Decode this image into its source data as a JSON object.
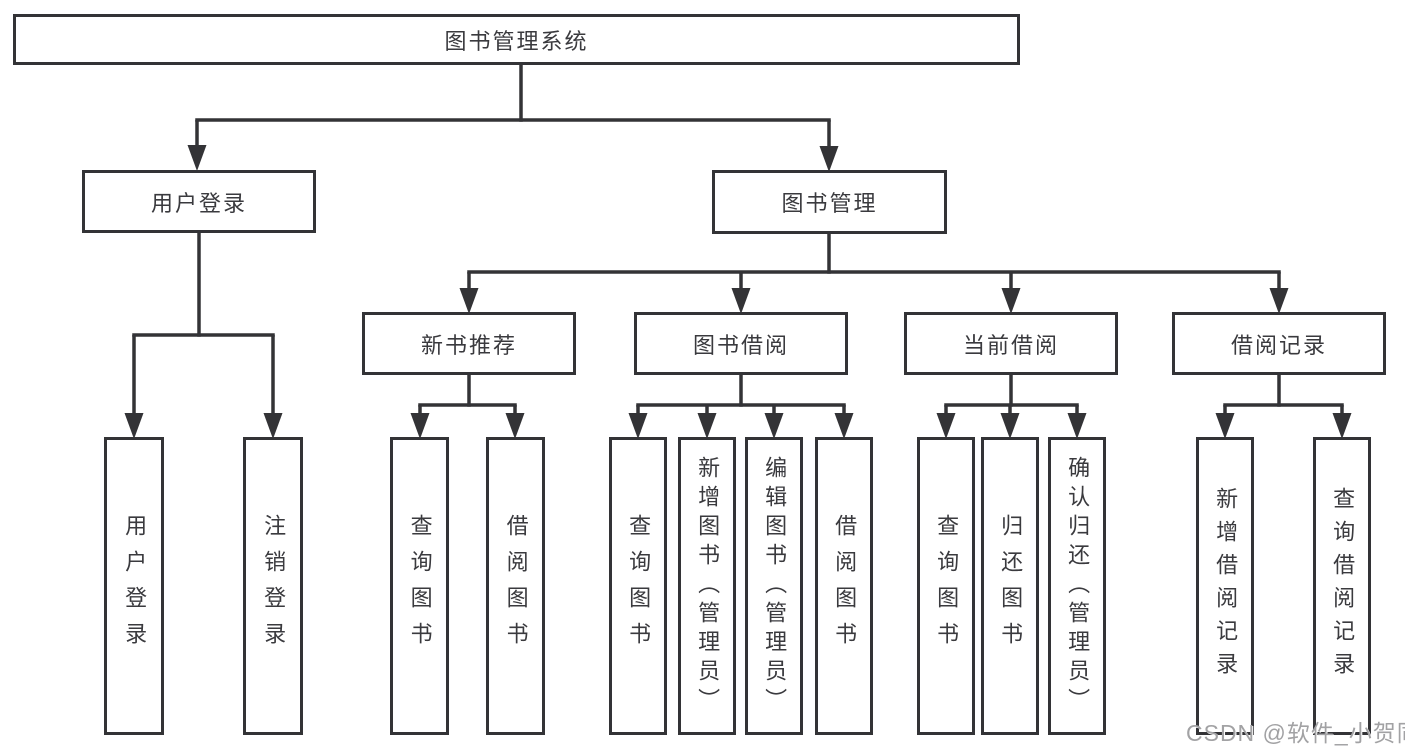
{
  "diagram": {
    "root": "图书管理系统",
    "level2": {
      "user_login": "用户登录",
      "book_mgmt": "图书管理"
    },
    "level3": {
      "new_book": "新书推荐",
      "borrow": "图书借阅",
      "current": "当前借阅",
      "records": "借阅记录"
    },
    "leaves": {
      "g1": [
        "用户登录",
        "注销登录"
      ],
      "g2": [
        "查询图书",
        "借阅图书"
      ],
      "g3": [
        "查询图书",
        "新增图书（管理员）",
        "编辑图书（管理员）",
        "借阅图书"
      ],
      "g4": [
        "查询图书",
        "归还图书",
        "确认归还（管理员）"
      ],
      "g5": [
        "新增借阅记录",
        "查询借阅记录"
      ]
    }
  },
  "watermark": "CSDN @软件_小贺同学",
  "colors": {
    "line": "#333336",
    "text": "#3a3a3e",
    "watermark": "#a2a2a4",
    "background": "#ffffff"
  }
}
